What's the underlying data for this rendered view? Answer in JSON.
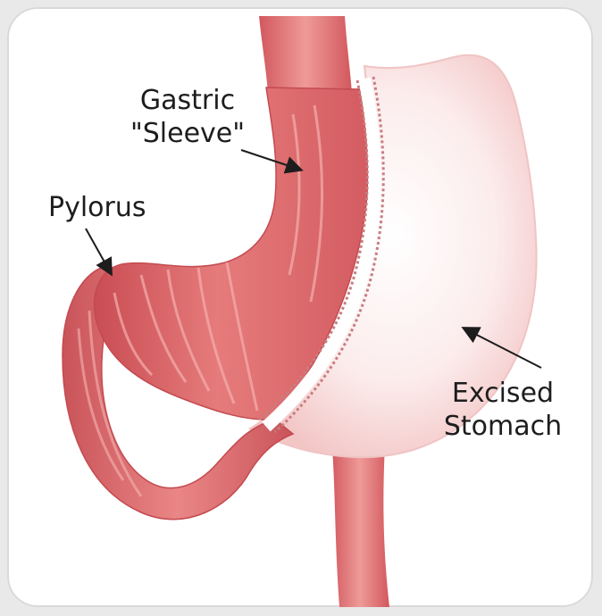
{
  "labels": {
    "sleeve_line1": "Gastric",
    "sleeve_line2": "\"Sleeve\"",
    "pylorus": "Pylorus",
    "excised_line1": "Excised",
    "excised_line2": "Stomach"
  },
  "colors": {
    "sleeve_fill": "#df6f70",
    "sleeve_dark": "#c74c52",
    "sleeve_light": "#f2a3a2",
    "excised_fill": "#fbe6e6",
    "excised_edge": "#f1c3c3",
    "staple_line": "#c87d80",
    "text": "#1d1d1d",
    "card_background": "#ffffff",
    "frame_background": "#e9e9e9"
  }
}
